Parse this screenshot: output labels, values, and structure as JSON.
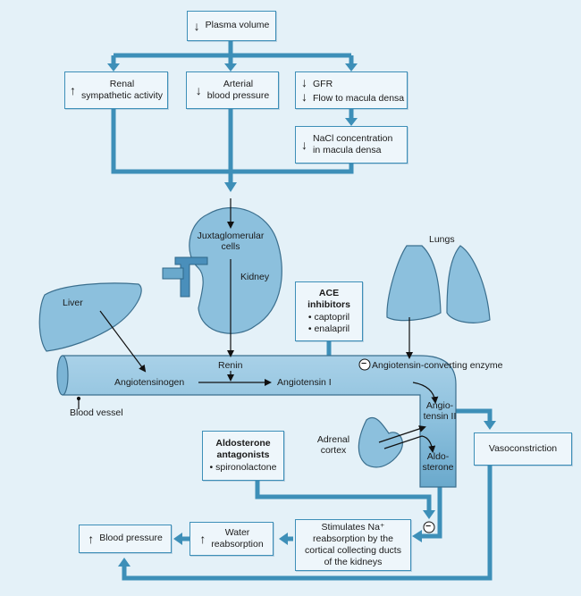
{
  "boxes": {
    "plasma_volume": {
      "arrow": "↓",
      "text": "Plasma volume"
    },
    "renal": {
      "arrow": "↑",
      "line1": "Renal",
      "line2": "sympathetic activity"
    },
    "arterial": {
      "arrow": "↓",
      "line1": "Arterial",
      "line2": "blood pressure"
    },
    "gfr": {
      "arrow1": "↓",
      "line1": "GFR",
      "arrow2": "↓",
      "line2": "Flow to macula densa"
    },
    "nacl": {
      "arrow": "↓",
      "line1": "NaCl concentration",
      "line2": "in macula densa"
    },
    "ace": {
      "title1": "ACE",
      "title2": "inhibitors",
      "item1": "captopril",
      "item2": "enalapril"
    },
    "aldo_antag": {
      "title1": "Aldosterone",
      "title2": "antagonists",
      "item1": "spironolactone"
    },
    "vasoconstriction": {
      "text": "Vasoconstriction"
    },
    "stimulates": {
      "line1": "Stimulates Na⁺",
      "line2": "reabsorption by the",
      "line3": "cortical collecting ducts",
      "line4": "of the kidneys"
    },
    "water": {
      "arrow": "↑",
      "line1": "Water",
      "line2": "reabsorption"
    },
    "blood_pressure": {
      "arrow": "↑",
      "text": "Blood pressure"
    }
  },
  "labels": {
    "jg1": "Juxtaglomerular",
    "jg2": "cells",
    "kidney": "Kidney",
    "lungs": "Lungs",
    "liver": "Liver",
    "renin": "Renin",
    "angiotensinogen": "Angiotensinogen",
    "angiotensin1": "Angiotensin I",
    "ace_enzyme": "Angiotensin-converting enzyme",
    "ang2_1": "Angio-",
    "ang2_2": "tensin II",
    "adrenal1": "Adrenal",
    "adrenal2": "cortex",
    "aldo1": "Aldo-",
    "aldo2": "sterone",
    "blood_vessel": "Blood vessel",
    "minus": "−"
  },
  "colors": {
    "background": "#e4f1f8",
    "flow_arrow": "#3d8fb8",
    "organ_fill": "#8cc0dd",
    "organ_stroke": "#3b6f8e"
  }
}
